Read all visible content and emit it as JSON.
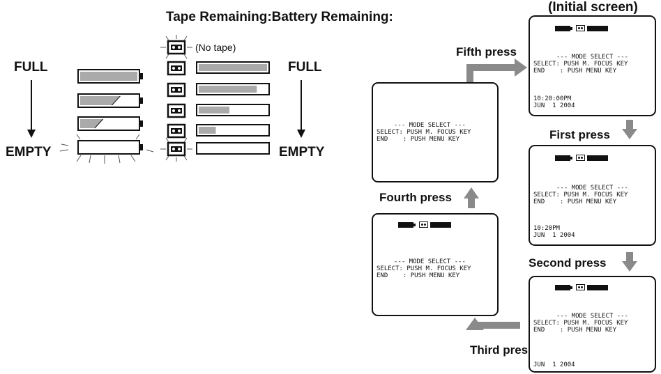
{
  "header": {
    "tape_battery": "Tape Remaining:Battery Remaining:",
    "initial": "(Initial screen)"
  },
  "indicator": {
    "full_left": "FULL",
    "empty_left": "EMPTY",
    "full_right": "FULL",
    "empty_right": "EMPTY",
    "no_tape": "(No tape)",
    "battery_levels": [
      1.0,
      0.7,
      0.4,
      0.0
    ],
    "tape_levels": [
      1.0,
      0.85,
      0.45,
      0.25,
      0.0
    ]
  },
  "screens": {
    "initial": {
      "title": "--- MODE SELECT ---",
      "select": "SELECT: PUSH M. FOCUS KEY",
      "end": "END    : PUSH MENU KEY",
      "time": "10:20:00PM",
      "date": "JUN  1 2004"
    },
    "first": {
      "title": "--- MODE SELECT ---",
      "select": "SELECT: PUSH M. FOCUS KEY",
      "end": "END    : PUSH MENU KEY",
      "time": "10:20PM",
      "date": "JUN  1 2004"
    },
    "second": {
      "title": "--- MODE SELECT ---",
      "select": "SELECT: PUSH M. FOCUS KEY",
      "end": "END    : PUSH MENU KEY",
      "date": "JUN  1 2004"
    },
    "third": {
      "title": "--- MODE SELECT ---",
      "select": "SELECT: PUSH M. FOCUS KEY",
      "end": "END    : PUSH MENU KEY"
    },
    "fourth": {
      "title": "--- MODE SELECT ---",
      "select": "SELECT: PUSH M. FOCUS KEY",
      "end": "END    : PUSH MENU KEY"
    }
  },
  "presses": {
    "fifth": "Fifth press",
    "first": "First press",
    "second": "Second press",
    "third": "Third press",
    "fourth": "Fourth press"
  },
  "colors": {
    "arrow": "#8a8a8a",
    "fill": "#aaaaaa",
    "outline": "#111111"
  }
}
